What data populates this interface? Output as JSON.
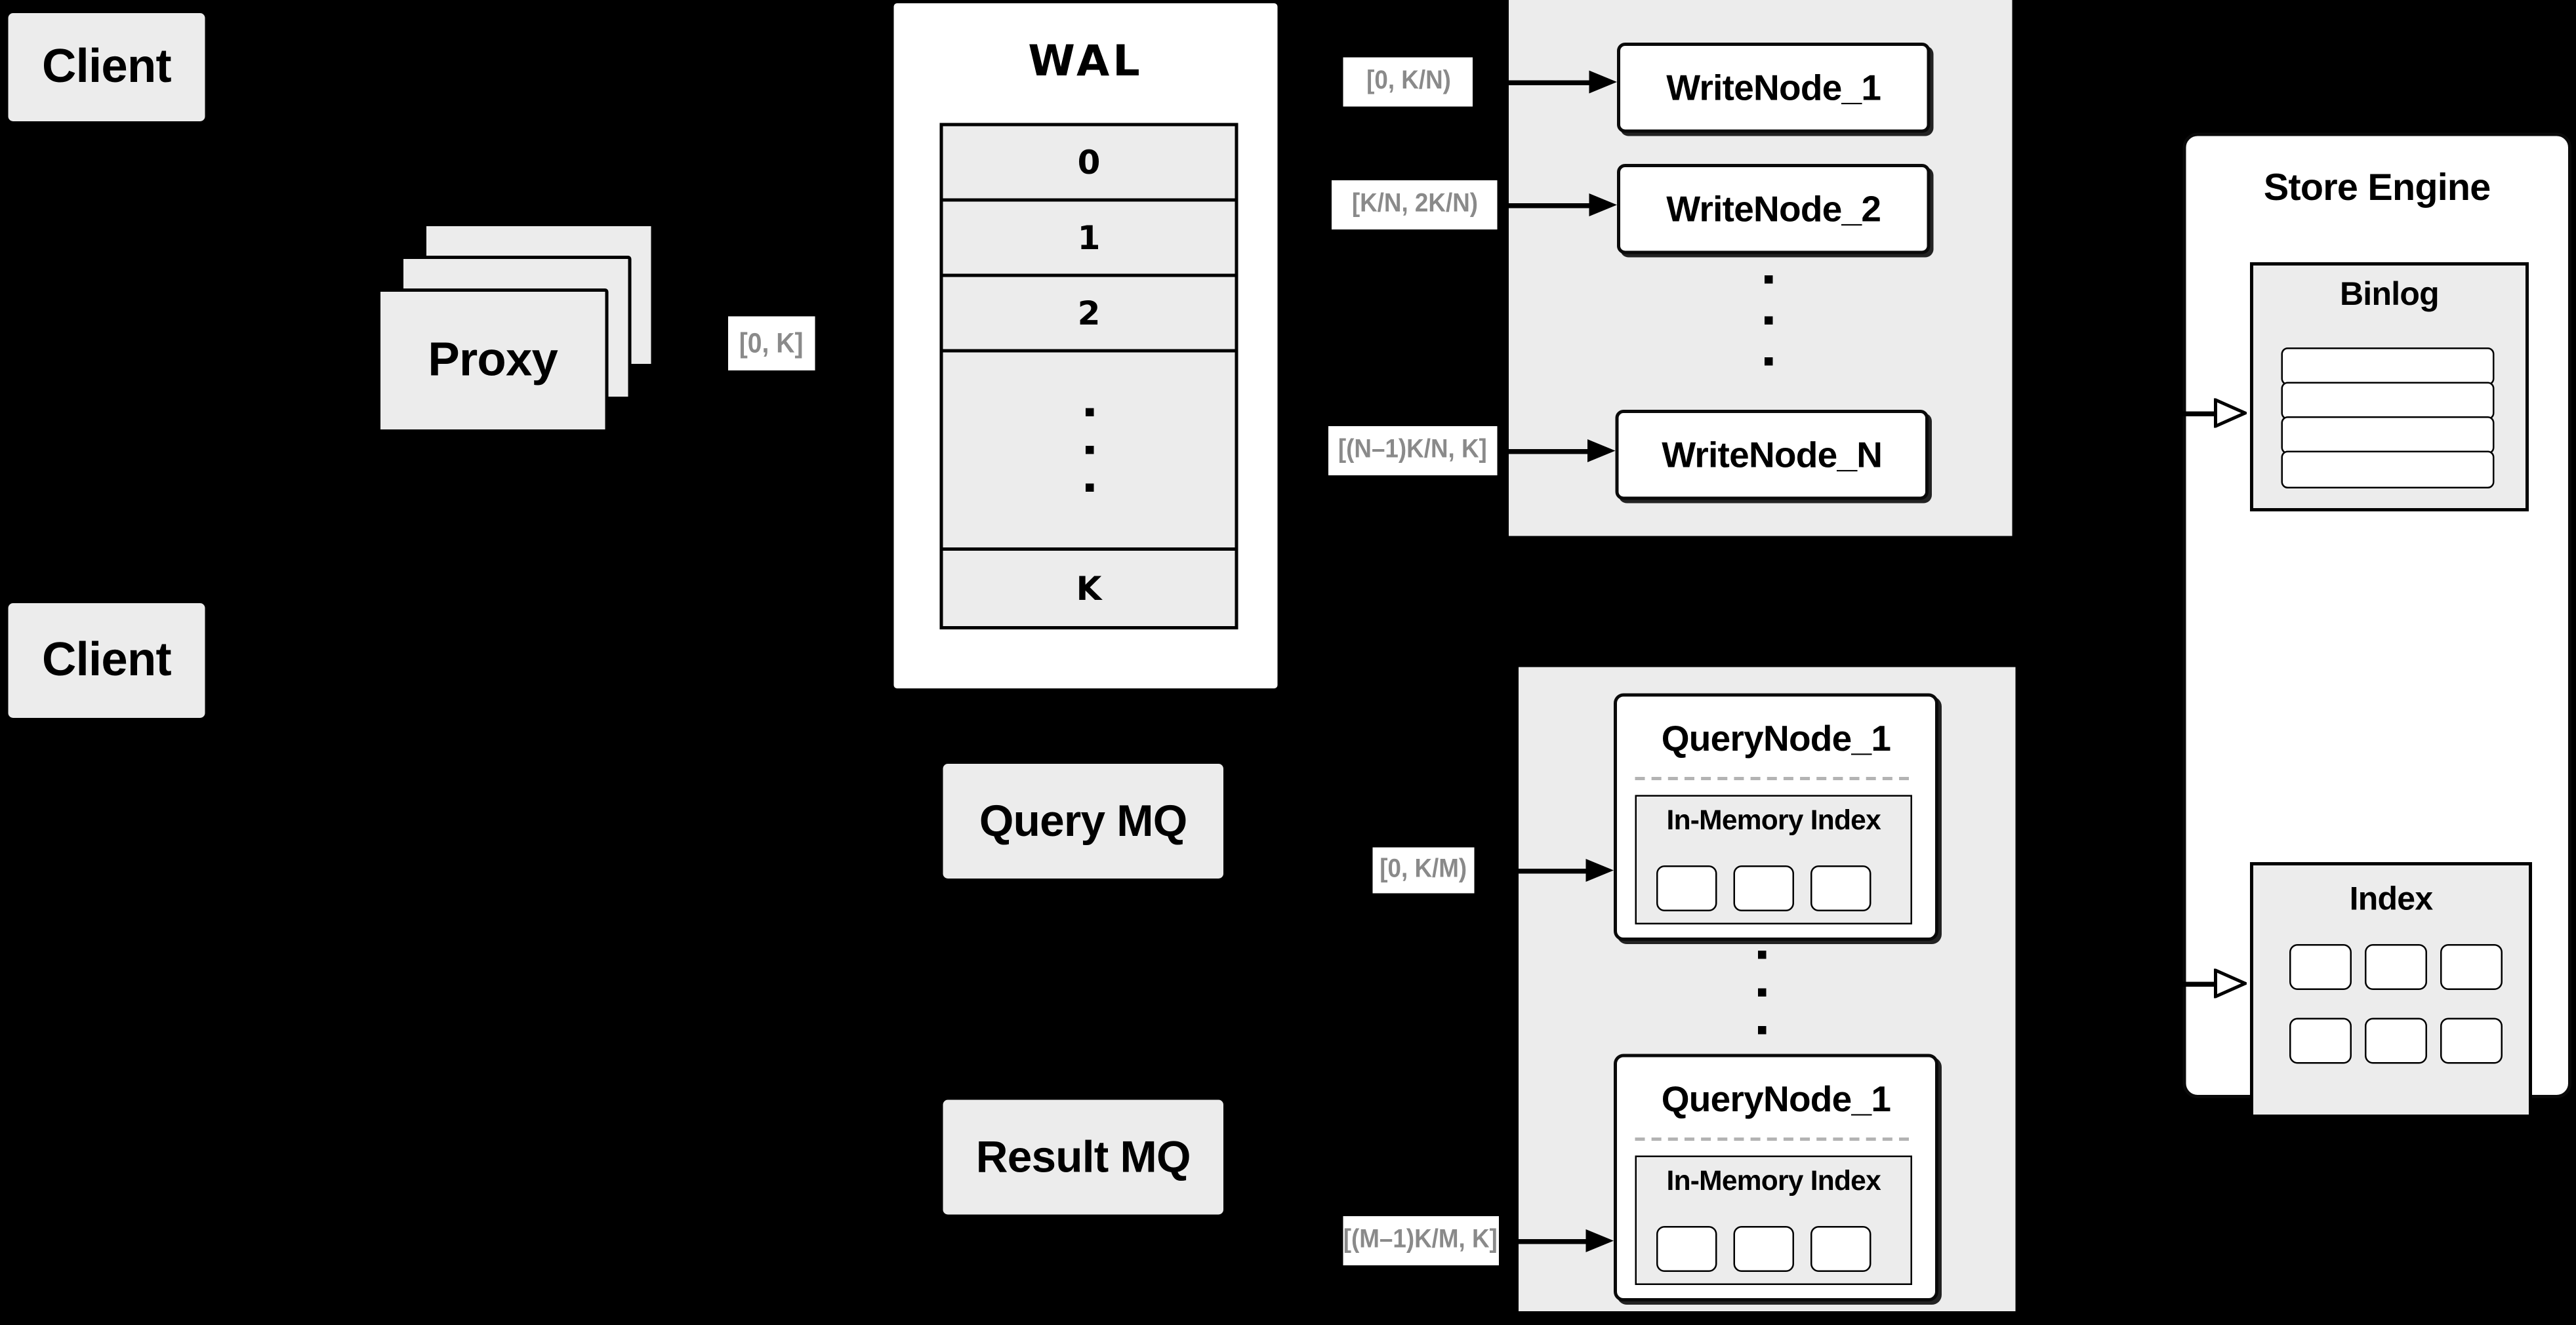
{
  "colors": {
    "background": "#000000",
    "box_gray": "#ececec",
    "node_white": "#ffffff",
    "border_black": "#000000",
    "range_label_text": "#8a8a8a",
    "dashed_separator": "#b3b3b3"
  },
  "clients": {
    "top_label": "Client",
    "bottom_label": "Client"
  },
  "proxy": {
    "label": "Proxy",
    "range_label": "[0, K]"
  },
  "wal": {
    "title": "WAL",
    "segments": [
      "0",
      "1",
      "2"
    ],
    "last_segment": "K"
  },
  "write_path": {
    "ranges": [
      "[0, K/N)",
      "[K/N, 2K/N)",
      "[(N–1)K/N, K]"
    ],
    "nodes": [
      "WriteNode_1",
      "WriteNode_2",
      "WriteNode_N"
    ]
  },
  "query_path": {
    "query_mq_label": "Query MQ",
    "result_mq_label": "Result MQ",
    "ranges": [
      "[0, K/M)",
      "[(M–1)K/M, K]"
    ],
    "nodes": [
      {
        "title": "QueryNode_1",
        "inner_label": "In-Memory Index"
      },
      {
        "title": "QueryNode_1",
        "inner_label": "In-Memory Index"
      }
    ]
  },
  "store_engine": {
    "title": "Store Engine",
    "binlog_title": "Binlog",
    "index_title": "Index"
  }
}
